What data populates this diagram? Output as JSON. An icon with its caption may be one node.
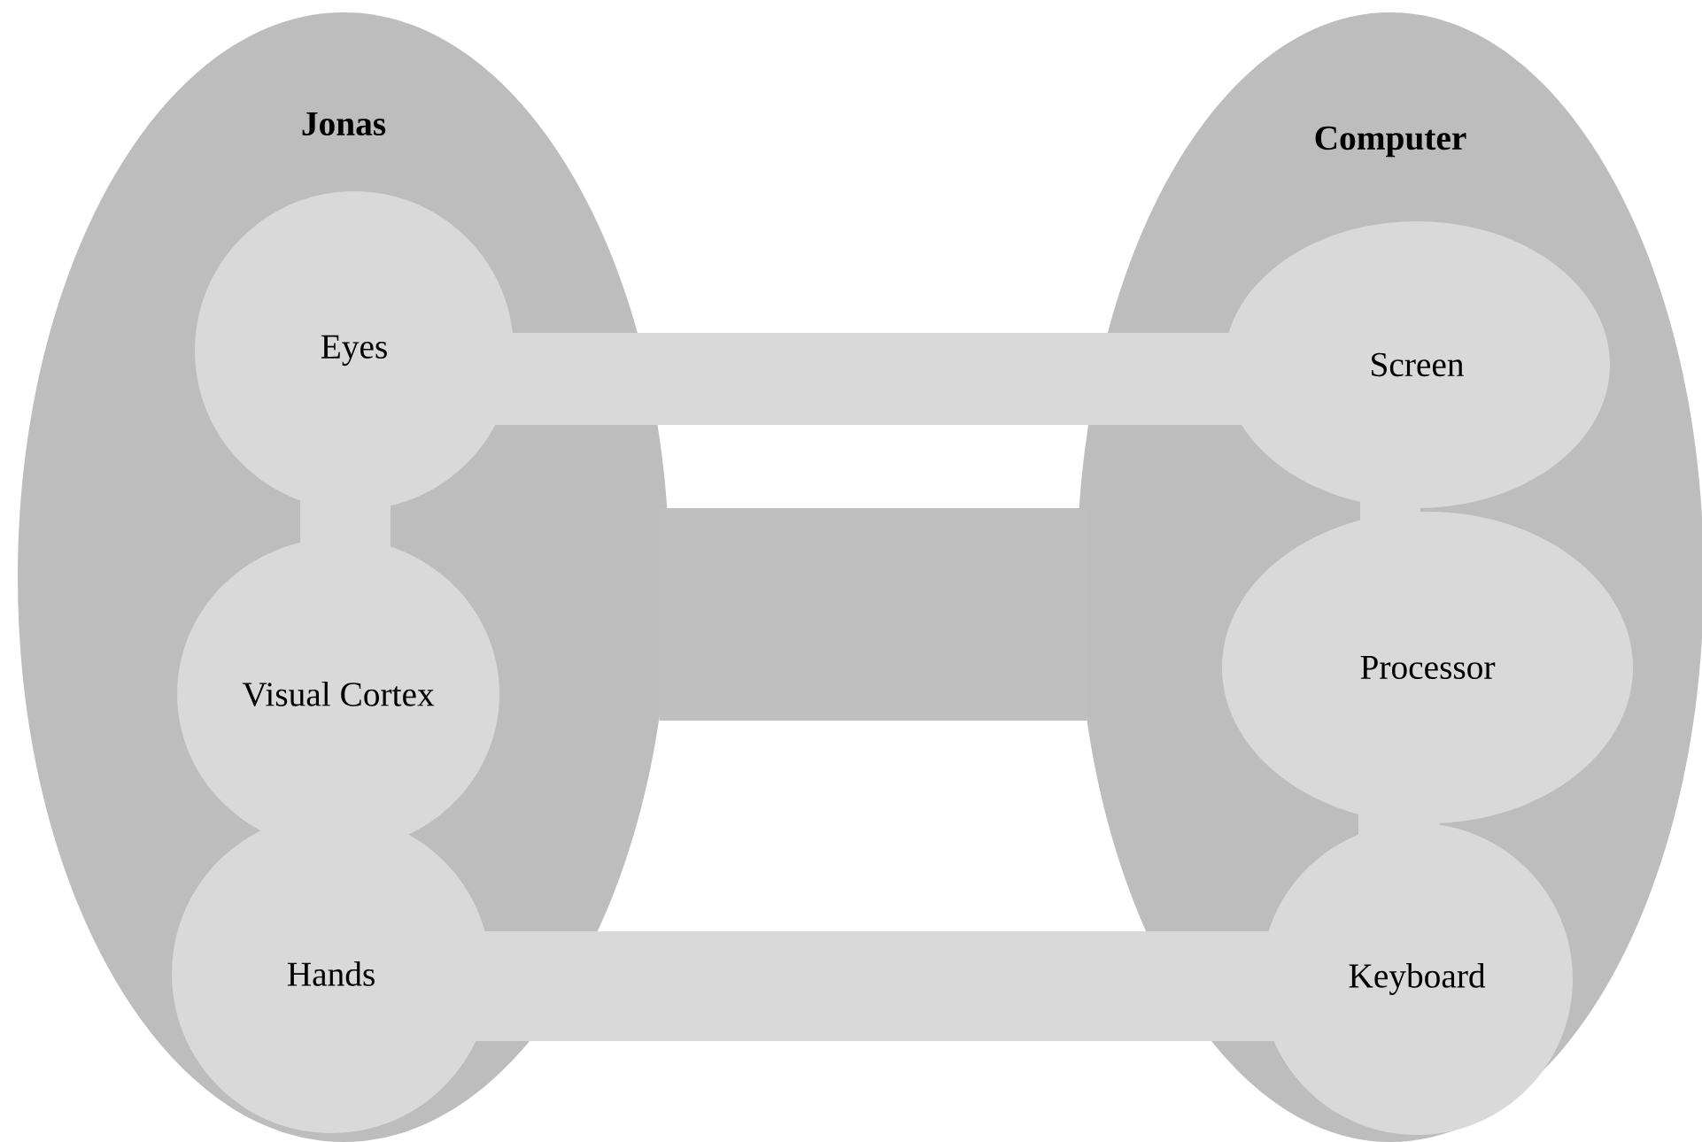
{
  "diagram": {
    "nodes": [
      {
        "text": [
          "Jonas"
        ]
      },
      {
        "text": [
          "Eyes"
        ],
        "in": 0
      },
      {
        "text": [
          "Visual Cortex"
        ],
        "in": 0
      },
      {
        "text": [
          "Hands"
        ],
        "in": 0
      },
      {
        "text": [
          "Computer"
        ]
      },
      {
        "text": [
          "Screen"
        ],
        "in": 4
      },
      {
        "text": [
          "Processor"
        ],
        "in": 4
      },
      {
        "text": [
          "Keyboard"
        ],
        "in": 4
      }
    ],
    "edges": [
      {
        "from": 1,
        "to": 5,
        "arrow": "none"
      },
      {
        "from": 0,
        "to": 4,
        "arrow": "none",
        "style": "thick",
        "color": "#bfbfbf"
      },
      {
        "from": 3,
        "to": 7,
        "arrow": "none"
      },
      {
        "from": 1,
        "to": 2,
        "arrow": "none"
      },
      {
        "from": 5,
        "to": 6,
        "arrow": "none"
      },
      {
        "from": 6,
        "to": 7,
        "arrow": "none"
      }
    ]
  }
}
